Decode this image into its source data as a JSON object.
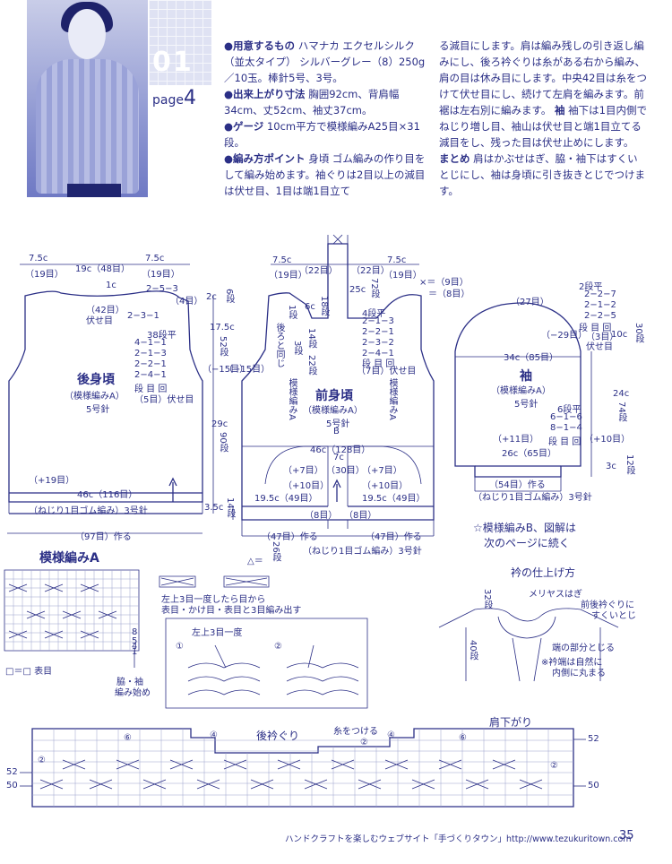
{
  "header": {
    "pattern_number": "01",
    "page_label": "page",
    "page_no": "4"
  },
  "instructions": {
    "materials_label": "●用意するもの",
    "materials_text": "ハマナカ エクセルシルク（並太タイプ） シルバーグレー（8）250g／10玉。棒針5号、3号。",
    "size_label": "●出来上がり寸法",
    "size_text": "胸囲92cm、背肩幅34cm、丈52cm、袖丈37cm。",
    "gauge_label": "●ゲージ",
    "gauge_text": "10cm平方で模様編みA25目×31段。",
    "points_label": "●編み方ポイント",
    "points_text1": "身頃 ゴム編みの作り目をして編み始めます。袖ぐりは2目以上の減目は伏せ目、1目は端1目立て",
    "col2_text1": "る減目にします。肩は編み残しの引き返し編みにし、後ろ衿ぐりは糸がある右から編み、肩の目は休み目にします。中央42目は糸をつけて伏せ目にし、続けて左肩を編みます。前裾は左右別に編みます。",
    "sleeve_label": "袖",
    "sleeve_text": "袖下は1目内側でねじり増し目、袖山は伏せ目と端1目立てる減目をし、残った目は伏せ止めにします。",
    "finish_label": "まとめ",
    "finish_text": "肩はかぶせはぎ、脇・袖下はすくいとじにし、袖は身頃に引き抜きとじでつけます。"
  },
  "back": {
    "title": "後身頃",
    "sub": "（模様編みA）",
    "needle": "5号針",
    "top_left": "7.5c",
    "top_left_st": "（19目）",
    "top_mid": "19c（48目）",
    "top_right": "7.5c",
    "top_right_st": "（19目）",
    "neck1": "1c",
    "neck2": "2−5−3",
    "neck3": "（4目）",
    "neck4": "（42目）",
    "neck5": "伏せ目",
    "neck6": "2−3−1",
    "arm_title": "38段平",
    "arm1": "4−1−1",
    "arm2": "2−1−3",
    "arm3": "2−2−1",
    "arm4": "2−4−1",
    "arm5": "段 目 回",
    "arm6": "（5目）伏せ目",
    "dec": "（−15目）",
    "inc": "（+19目）",
    "width": "46c（116目）",
    "rib": "（ねじり1目ゴム編み）3号針",
    "cast": "（97目）作る",
    "v_2c": "2c",
    "v_6": "6段",
    "v_175": "17.5c",
    "v_52": "52段",
    "v_29": "29c",
    "v_90": "90段",
    "v_35": "3.5c",
    "v_14": "14段"
  },
  "front": {
    "title": "前身頃",
    "sub": "（模様編みA）",
    "needle": "5号針",
    "b": "B",
    "left_a": "模様編みA",
    "right_a": "模様編みA",
    "back_same": "後ろと同じ",
    "top_l": "7.5c",
    "top_l_st": "（19目）",
    "top_22": "（22目）",
    "top_22b": "（22目）",
    "top_r": "7.5c",
    "top_r_st": "（19目）",
    "x9": "×＝（9目）",
    "x8": "＝（8目）",
    "v25": "25c",
    "v72": "72段",
    "v6c": "6c",
    "v18": "18段",
    "v14": "14段",
    "v3": "3段",
    "v22": "22段",
    "v1": "1段",
    "arm_title": "4段平",
    "arm1": "2−1−3",
    "arm2": "2−2−1",
    "arm3": "2−3−2",
    "arm4": "2−4−1",
    "arm5": "段 目 回",
    "arm6": "（7目）伏せ目",
    "dec_l": "（−15目）",
    "width": "46c（128目）",
    "w7c": "7c",
    "w30": "（30目）",
    "inc7l": "（+7目）",
    "inc7r": "（+7目）",
    "inc10l": "（+10目）",
    "inc10r": "（+10目）",
    "w195l": "19.5c（49目）",
    "w195r": "19.5c（49目）",
    "cast8l": "（8目）",
    "cast8r": "（8目）",
    "cast47l": "（47目）作る",
    "cast47r": "（47目）作る",
    "rib": "（ねじり1目ゴム編み）3号針",
    "tri": "△＝",
    "tri26": "26段"
  },
  "sleeve": {
    "title": "袖",
    "sub": "（模様編みA）",
    "needle": "5号針",
    "top": "（27目）",
    "cap_title": "2段平",
    "cap1": "2−2−7",
    "cap2": "2−1−2",
    "cap3": "2−2−5",
    "cap4": "段 目 回",
    "cap5": "（3目）",
    "cap6": "伏せ目",
    "dec29": "（−29目）",
    "w34": "34c（85目）",
    "v10": "10c",
    "v30": "30段",
    "v24": "24c",
    "v74": "74段",
    "v3c": "3c",
    "v12": "12段",
    "inc_title": "6段平",
    "inc1": "6−1−6",
    "inc2": "8−1−4",
    "inc3": "段 目 回",
    "inc11l": "（+11目）",
    "inc10r": "（+10目）",
    "w26": "26c（65目）",
    "cast": "（54目）作る",
    "rib": "（ねじり1目ゴム編み）3号針",
    "note1": "☆模様編みB、図解は",
    "note2": "次のページに続く"
  },
  "pattern_a": {
    "title": "模様編みA",
    "legend_box": "□＝□ 表目",
    "side": "脇・袖",
    "side2": "編み始め",
    "cross_note1": "左上3目一度したら目から",
    "cross_note2": "表目・かけ目・表目と3目編み出す",
    "k3tog": "左上3目一度",
    "c1": "①",
    "c2": "②",
    "rows": [
      "8",
      "5",
      "4",
      "1"
    ]
  },
  "neck_finish": {
    "title": "衿の仕上げ方",
    "v32": "32段",
    "v40": "40段",
    "label1": "メリヤスはぎ",
    "label2": "前後衿ぐりに",
    "label3": "すくいとじ",
    "label4": "端の部分とじる",
    "label5": "※衿端は自然に",
    "label6": "内側に丸まる"
  },
  "bottom_chart": {
    "neck_title": "後衿ぐり",
    "yarn": "糸をつける",
    "shoulder": "肩下がり",
    "r52": "52",
    "r50": "50",
    "c6": "⑥",
    "c4": "④",
    "c2": "②"
  },
  "footer": {
    "site": "ハンドクラフトを楽しむウェブサイト「手づくりタウン」http://www.tezukuritown.com",
    "page": "35"
  }
}
